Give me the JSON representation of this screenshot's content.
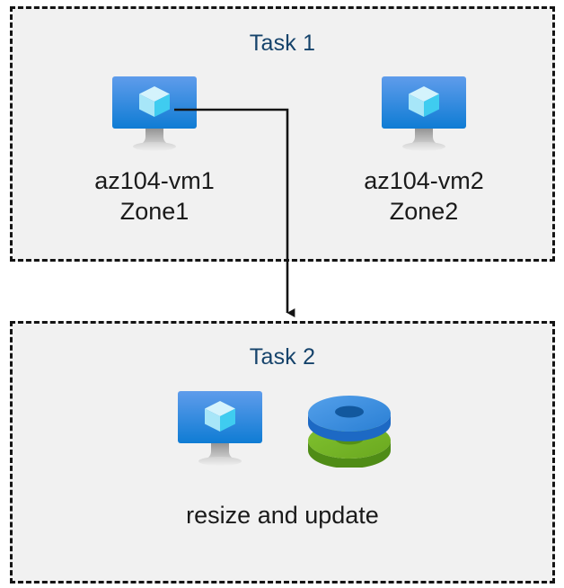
{
  "diagram": {
    "title_color": "#15436b",
    "box_fill": "#f1f1f1",
    "box_border_color": "#141414",
    "caption_color": "#1a1a1a",
    "connector_color": "#141414",
    "icon_colors": {
      "monitor_blue_top": "#5b9bea",
      "monitor_blue_bottom": "#0f7cd4",
      "monitor_stand": "#b3b3b3",
      "cube_light": "#c9f0fb",
      "cube_mid": "#9fe3f7",
      "cube_cyan": "#32c8ee",
      "disk_blue": "#3b8ede",
      "disk_blue_dark": "#1d69c4",
      "disk_blue_hole": "#12589e",
      "disk_green": "#73b72a",
      "disk_green_dark": "#4f8c16",
      "disk_green_hole": "#4f8c16"
    }
  },
  "task1": {
    "title": "Task 1",
    "nodes": [
      {
        "icon": "azure-virtual-machine-icon",
        "name": "az104-vm1",
        "zone": "Zone1"
      },
      {
        "icon": "azure-virtual-machine-icon",
        "name": "az104-vm2",
        "zone": "Zone2"
      }
    ]
  },
  "task2": {
    "title": "Task 2",
    "icons": [
      {
        "icon": "azure-virtual-machine-icon"
      },
      {
        "icon": "azure-disks-icon"
      }
    ],
    "caption": "resize and update"
  },
  "connector": {
    "label": "",
    "from": "az104-vm1",
    "to": "task2"
  }
}
